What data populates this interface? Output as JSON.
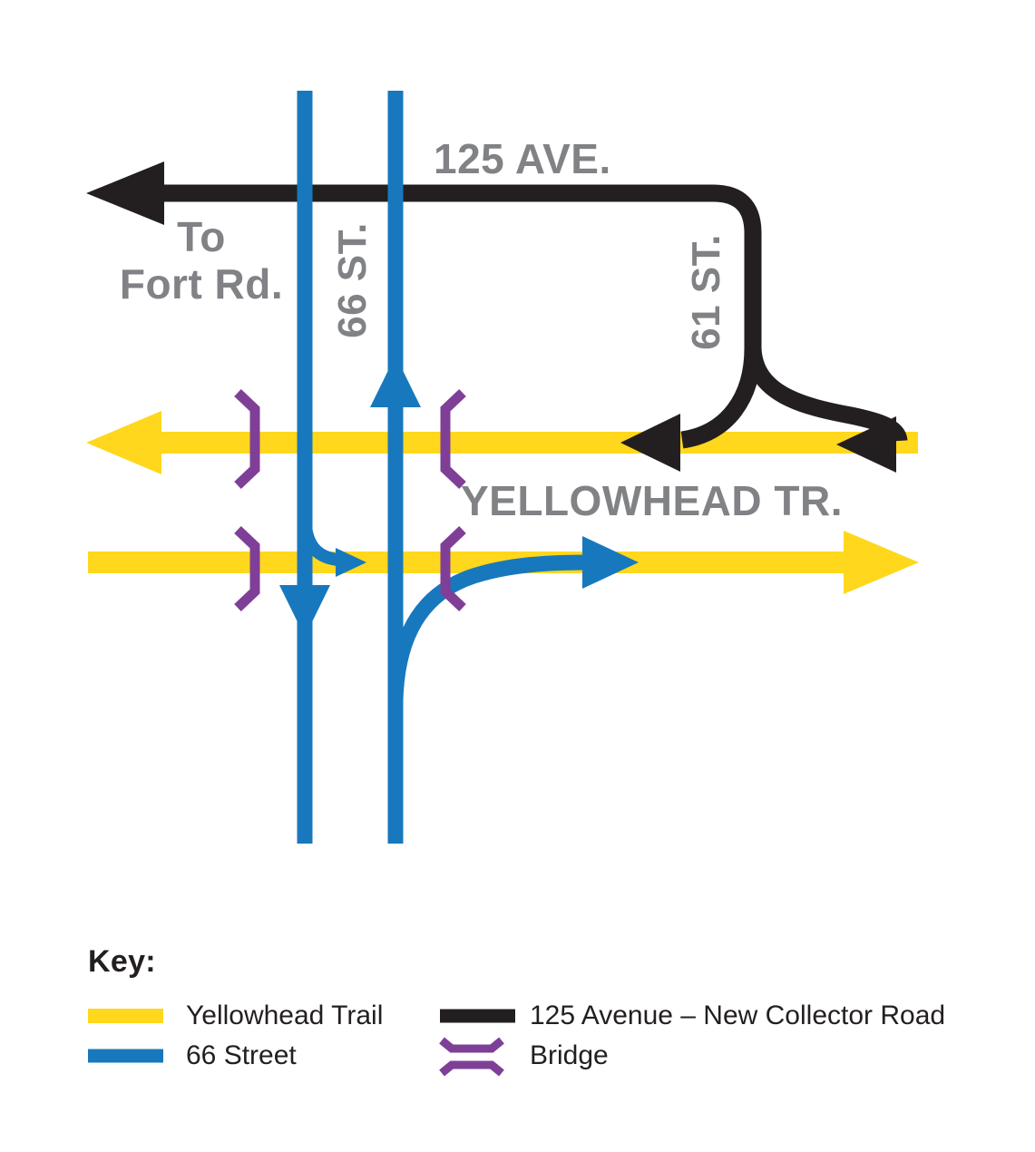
{
  "colors": {
    "background": "#FFFFFF",
    "yellow": "#FFD71C",
    "blue": "#1878BE",
    "purple": "#7F3F97",
    "black": "#231F20",
    "gray_label": "#808285"
  },
  "diagram": {
    "labels": {
      "ave_125": "125 AVE.",
      "to_fort_line1": "To",
      "to_fort_line2": "Fort Rd.",
      "st_66": "66 ST.",
      "st_61": "61 ST.",
      "yellowhead_tr": "YELLOWHEAD TR."
    }
  },
  "key": {
    "title": "Key:",
    "items": [
      {
        "symbol": "yellow-line",
        "label": "Yellowhead Trail"
      },
      {
        "symbol": "black-line",
        "label": "125 Avenue – New Collector Road"
      },
      {
        "symbol": "blue-line",
        "label": "66 Street"
      },
      {
        "symbol": "bridge-symbol",
        "label": "Bridge"
      }
    ]
  }
}
